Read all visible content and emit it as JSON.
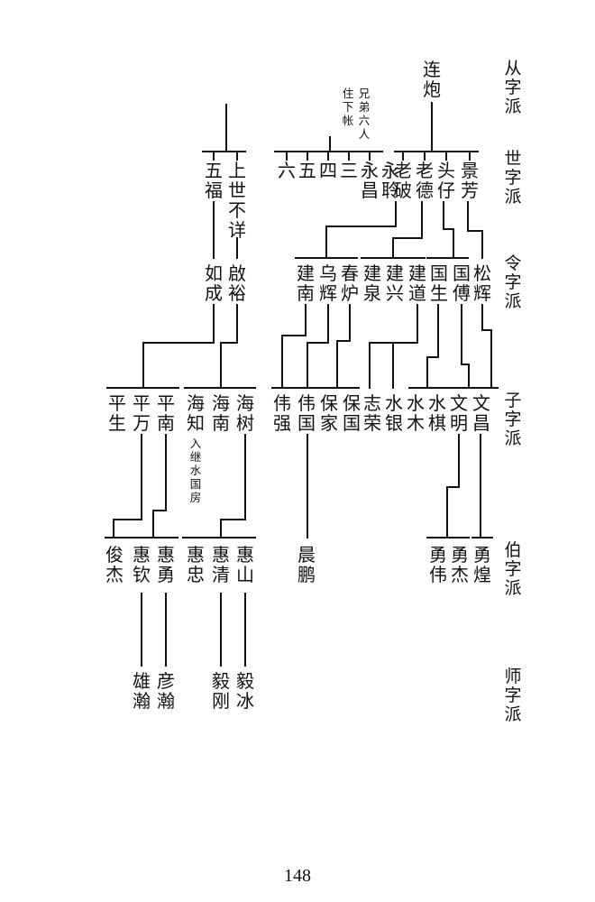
{
  "generations": {
    "g1": "从字派",
    "g2": "世字派",
    "g3": "令字派",
    "g4": "子字派",
    "g5": "伯字派",
    "g6": "师字派"
  },
  "ancestor": "连炮",
  "shi_generation": {
    "note_siblings": "兄弟六人",
    "note_location": "住下帐",
    "liu": "六",
    "wu": "五",
    "si": "四",
    "san": "三",
    "yongchang": "永昌",
    "yongling": "永聆",
    "laopo": "老破",
    "laode": "老德",
    "touzai": "头仔",
    "jingfang": "景芳",
    "wufu": "五福",
    "shangshi_buxiang": "上世不详"
  },
  "ling_generation": {
    "ruc": "如成",
    "qiyu": "啟裕",
    "jiannan": "建南",
    "wuhui": "乌辉",
    "chunlu": "春炉",
    "jianquan": "建泉",
    "jianxing": "建兴",
    "jiandao": "建道",
    "guosheng": "国生",
    "guofu": "国傅",
    "songhui": "松辉"
  },
  "zi_generation": {
    "pingsheng": "平生",
    "pingwan": "平万",
    "pingnan": "平南",
    "haizhi": "海知",
    "haizhi_note": "入继水国房",
    "hainan": "海南",
    "haishu": "海树",
    "weiqiang": "伟强",
    "weiguo": "伟国",
    "baojia": "保家",
    "baoguo": "保国",
    "zhirong": "志荣",
    "shuiyin": "水银",
    "shuimu": "水木",
    "shuiqi": "水棋",
    "wenming": "文明",
    "wenchang": "文昌"
  },
  "bo_generation": {
    "junjie": "俊杰",
    "huiqin": "惠钦",
    "huiyong": "惠勇",
    "huizhong": "惠忠",
    "huiqing": "惠清",
    "huishan": "惠山",
    "chenpeng": "晨鹏",
    "yongwei": "勇伟",
    "yongjie": "勇杰",
    "yonghuang": "勇煌"
  },
  "shi2_generation": {
    "xionghan": "雄瀚",
    "yanhan": "彦瀚",
    "yigang": "毅刚",
    "yibing": "毅冰"
  },
  "page_number": "148"
}
